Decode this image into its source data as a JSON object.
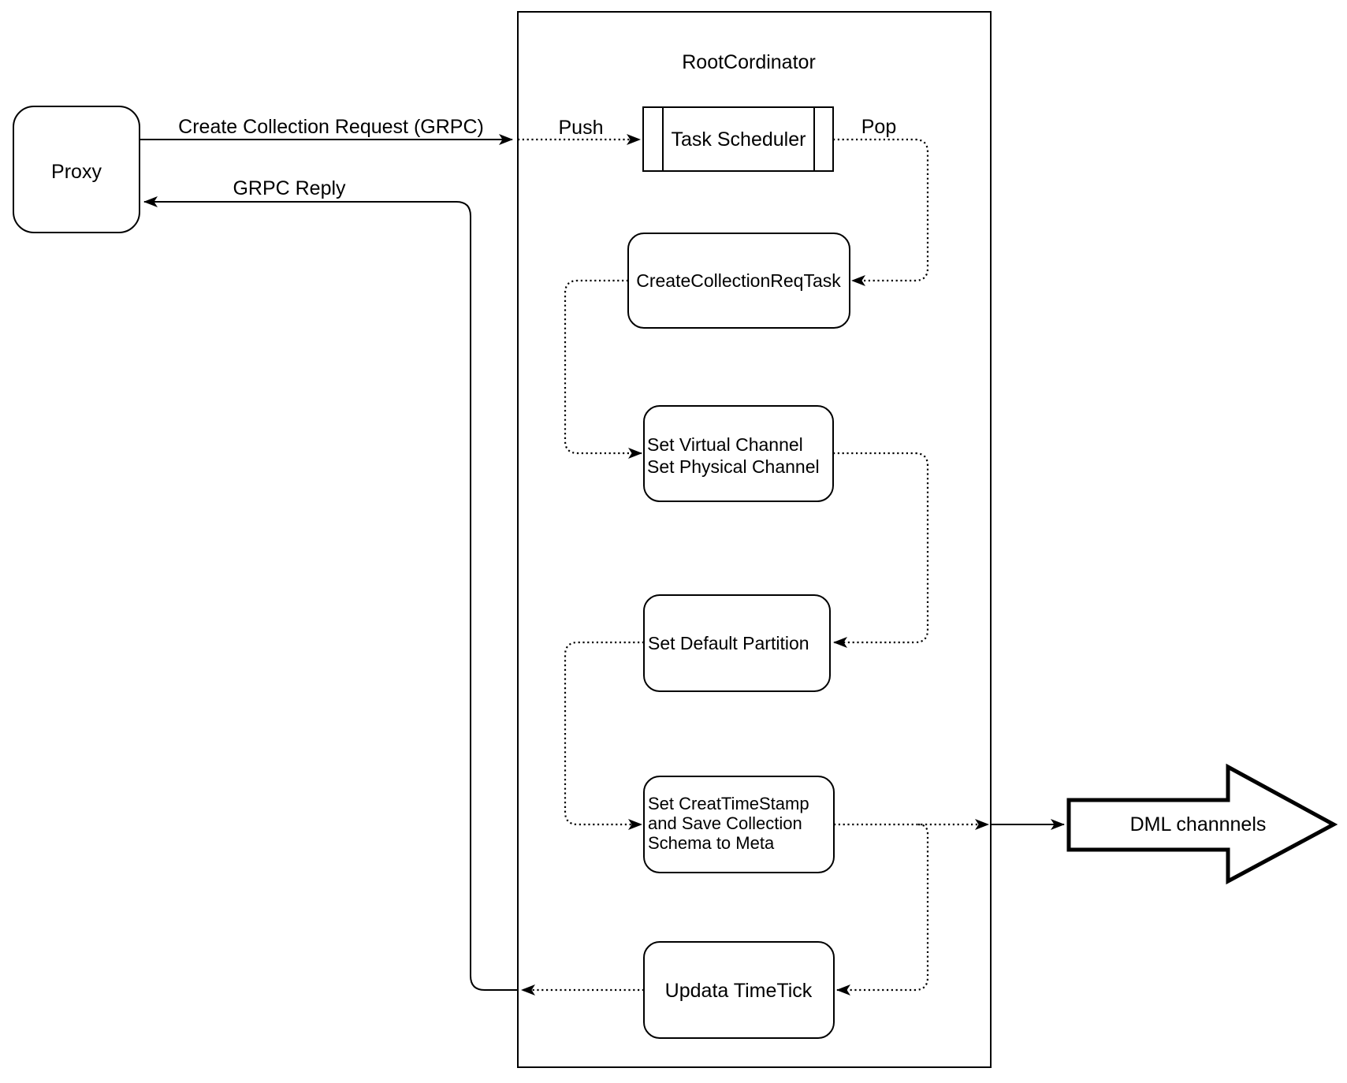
{
  "diagram": {
    "colors": {
      "stroke": "#000000",
      "fill": "#ffffff",
      "background": "#ffffff"
    },
    "proxy": {
      "label": "Proxy"
    },
    "container": {
      "title": "RootCordinator"
    },
    "nodes": {
      "task_scheduler": {
        "label": "Task Scheduler"
      },
      "create_collection_req_task": {
        "label": "CreateCollectionReqTask"
      },
      "set_channels": {
        "lines": [
          "Set Virtual Channel",
          "Set Physical Channel"
        ]
      },
      "set_default_partition": {
        "label": "Set Default Partition"
      },
      "set_create_timestamp": {
        "lines": [
          "Set CreatTimeStamp",
          "and Save Collection",
          "Schema to Meta"
        ]
      },
      "update_timetick": {
        "label": "Updata TimeTick"
      }
    },
    "output": {
      "dml_channels": {
        "label": "DML channnels"
      }
    },
    "edges": {
      "create_request": {
        "label": "Create Collection Request (GRPC)"
      },
      "grpc_reply": {
        "label": "GRPC Reply"
      },
      "push": {
        "label": "Push"
      },
      "pop": {
        "label": "Pop"
      }
    }
  }
}
